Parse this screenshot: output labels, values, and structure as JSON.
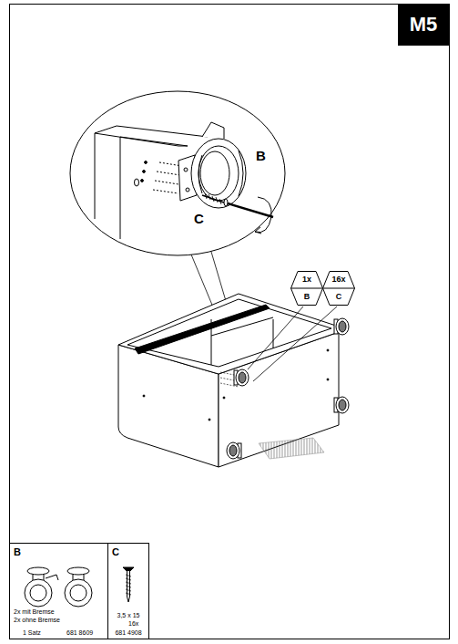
{
  "diagram": {
    "nodes": [
      {
        "text": [
          "M5"
        ]
      },
      {
        "text": [
          "1x",
          "B"
        ]
      },
      {
        "text": [
          "16x",
          "C"
        ]
      },
      {
        "text": [
          "B",
          "2x mit Bremse",
          "2x ohne Bremse",
          "1 Satz",
          "681 8609"
        ]
      },
      {
        "text": [
          "C",
          "3,5 x 15",
          "16x",
          "681 4908"
        ]
      }
    ],
    "labels": [
      "B",
      "C"
    ]
  }
}
